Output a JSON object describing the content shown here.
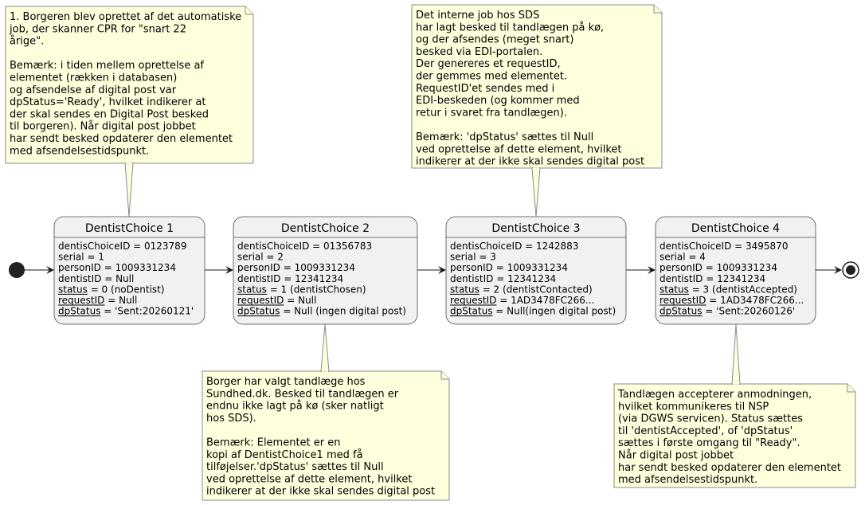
{
  "diagram": {
    "type": "state-diagram",
    "start": {
      "label": "start"
    },
    "end": {
      "label": "end"
    },
    "states": [
      {
        "title": "DentistChoice 1",
        "attributes": [
          {
            "name": "dentisChoiceID",
            "value": " = 0123789",
            "underline": false
          },
          {
            "name": "serial",
            "value": " = 1",
            "underline": false
          },
          {
            "name": "personID",
            "value": " = 1009331234",
            "underline": false
          },
          {
            "name": "dentistID",
            "value": " = Null",
            "underline": false
          },
          {
            "name": "status",
            "value": " = 0 (noDentist)",
            "underline": true
          },
          {
            "name": "requestID",
            "value": " = Null",
            "underline": true
          },
          {
            "name": "dpStatus",
            "value": " = 'Sent:20260121'",
            "underline": true
          }
        ]
      },
      {
        "title": "DentistChoice 2",
        "attributes": [
          {
            "name": "dentisChoiceID",
            "value": " = 01356783",
            "underline": false
          },
          {
            "name": "serial",
            "value": " = 2",
            "underline": false
          },
          {
            "name": "personID",
            "value": " = 1009331234",
            "underline": false
          },
          {
            "name": "dentistID",
            "value": " = 12341234",
            "underline": false
          },
          {
            "name": "status",
            "value": " = 1 (dentistChosen)",
            "underline": true
          },
          {
            "name": "requestID",
            "value": " = Null",
            "underline": true
          },
          {
            "name": "dpStatus",
            "value": " = Null (ingen digital post)",
            "underline": true
          }
        ]
      },
      {
        "title": "DentistChoice 3",
        "attributes": [
          {
            "name": "dentisChoiceID",
            "value": " = 1242883",
            "underline": false
          },
          {
            "name": "serial",
            "value": " = 3",
            "underline": false
          },
          {
            "name": "personID",
            "value": " = 1009331234",
            "underline": false
          },
          {
            "name": "dentistID",
            "value": " = 12341234",
            "underline": false
          },
          {
            "name": "status",
            "value": " = 2 (dentistContacted)",
            "underline": true
          },
          {
            "name": "requestID",
            "value": " = 1AD3478FC266...",
            "underline": true
          },
          {
            "name": "dpStatus",
            "value": " = Null(ingen digital post)",
            "underline": true
          }
        ]
      },
      {
        "title": "DentistChoice 4",
        "attributes": [
          {
            "name": "dentisChoiceID",
            "value": " = 3495870",
            "underline": false
          },
          {
            "name": "serial",
            "value": " = 4",
            "underline": false
          },
          {
            "name": "personID",
            "value": " = 1009331234",
            "underline": false
          },
          {
            "name": "dentistID",
            "value": " = 12341234",
            "underline": false
          },
          {
            "name": "status",
            "value": " = 3 (dentistAccepted)",
            "underline": true
          },
          {
            "name": "requestID",
            "value": " = 1AD3478FC266...",
            "underline": true
          },
          {
            "name": "dpStatus",
            "value": " = 'Sent:20260126'",
            "underline": true
          }
        ]
      }
    ],
    "notes": [
      {
        "attached_to": "DentistChoice 1",
        "position": "top",
        "lines": [
          "1. Borgeren blev oprettet af det automatiske",
          "job, der skanner CPR for \"snart 22",
          "årige\".",
          "",
          "Bemærk: i tiden mellem oprettelse af",
          "elementet (rækken i databasen)",
          "og afsendelse af digital post var",
          "dpStatus='Ready', hvilket indikerer at",
          "der skal sendes en Digital Post besked",
          "til borgeren). Når digital post jobbet",
          "har sendt besked opdaterer den elementet",
          "med afsendelsestidspunkt."
        ]
      },
      {
        "attached_to": "DentistChoice 2",
        "position": "bottom",
        "lines": [
          "Borger har valgt tandlæge hos",
          "Sundhed.dk. Besked til tandlægen er",
          "endnu ikke lagt på kø (sker natligt",
          "hos SDS).",
          "",
          "Bemærk: Elementet er en",
          "kopi af DentistChoice1 med få",
          "tilføjelser.'dpStatus' sættes til Null",
          "ved oprettelse af dette element, hvilket",
          "indikerer at der ikke skal sendes digital post"
        ]
      },
      {
        "attached_to": "DentistChoice 3",
        "position": "top",
        "lines": [
          "Det interne job hos SDS",
          "har lagt besked til tandlægen på kø,",
          "og der afsendes (meget snart)",
          "besked via EDI-portalen.",
          "Der genereres et requestID,",
          "der gemmes med elementet.",
          "RequestID'et sendes med i",
          "EDI-beskeden (og kommer med",
          "retur i svaret fra tandlægen).",
          "",
          "Bemærk: 'dpStatus' sættes til Null",
          "ved oprettelse af dette element, hvilket",
          "indikerer at der ikke skal sendes digital post"
        ]
      },
      {
        "attached_to": "DentistChoice 4",
        "position": "bottom",
        "lines": [
          "Tandlægen accepterer anmodningen,",
          "hvilket kommunikeres til NSP",
          "(via DGWS servicen). Status sættes",
          "til 'dentistAccepted', of 'dpStatus'",
          "sættes i første omgang til \"Ready\".",
          "Når digital post jobbet",
          "har sendt besked opdaterer den elementet",
          "med afsendelsestidspunkt."
        ]
      }
    ],
    "transitions": [
      {
        "from": "start",
        "to": "DentistChoice 1"
      },
      {
        "from": "DentistChoice 1",
        "to": "DentistChoice 2"
      },
      {
        "from": "DentistChoice 2",
        "to": "DentistChoice 3"
      },
      {
        "from": "DentistChoice 3",
        "to": "DentistChoice 4"
      },
      {
        "from": "DentistChoice 4",
        "to": "end"
      }
    ],
    "colors": {
      "note_fill": "#FEFFDD",
      "state_fill": "#F1F1F1",
      "line": "#181818"
    }
  }
}
